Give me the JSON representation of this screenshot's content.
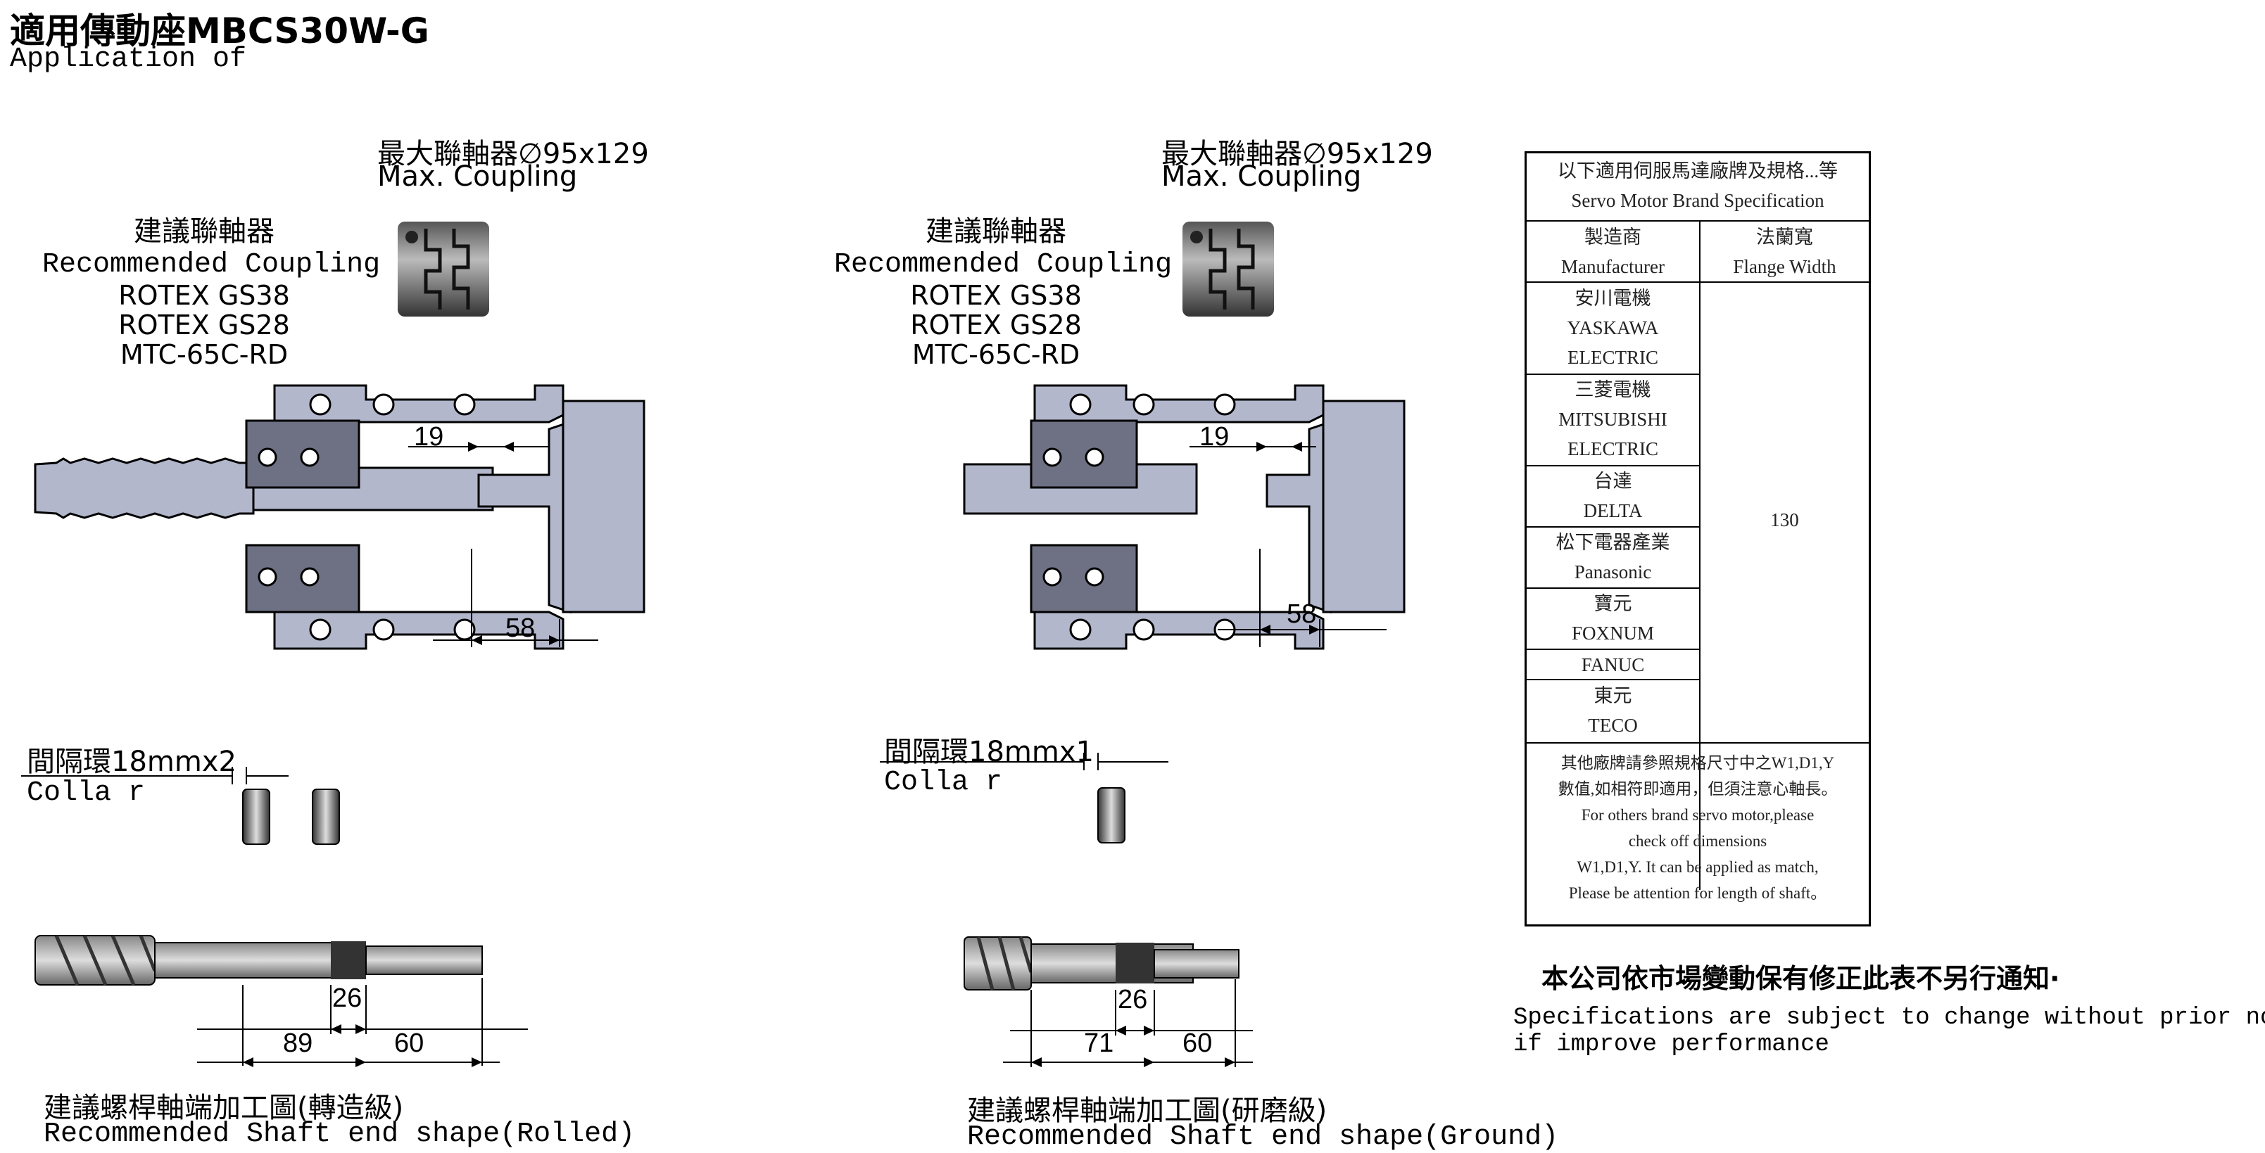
{
  "header": {
    "title": "適用傳動座MBCS30W-G",
    "subtitle": "Application of"
  },
  "left_assembly": {
    "max_coupling_zh": "最大聯軸器",
    "max_coupling_dim": "∅95x129",
    "max_coupling_en": "Max. Coupling",
    "recommended_zh": "建議聯軸器",
    "recommended_en": "Recommended Coupling",
    "coupling_models": [
      "ROTEX GS38",
      "ROTEX GS28",
      "MTC-65C-RD"
    ],
    "dim_gap": "19",
    "dim_depth": "58"
  },
  "right_assembly": {
    "max_coupling_zh": "最大聯軸器",
    "max_coupling_dim": "∅95x129",
    "max_coupling_en": "Max. Coupling",
    "recommended_zh": "建議聯軸器",
    "recommended_en": "Recommended Coupling",
    "coupling_models": [
      "ROTEX GS38",
      "ROTEX GS28",
      "MTC-65C-RD"
    ],
    "dim_gap": "19",
    "dim_depth": "58"
  },
  "left_collar": {
    "label_zh": "間隔環18mmx2",
    "label_en": "Colla r"
  },
  "right_collar": {
    "label_zh": "間隔環18mmx1",
    "label_en": "Colla r"
  },
  "left_shaft": {
    "dim_thread": "26",
    "dim_a": "89",
    "dim_b": "60",
    "caption_zh": "建議螺桿軸端加工圖(轉造級)",
    "caption_en": "Recommended Shaft end shape(Rolled)"
  },
  "right_shaft": {
    "dim_thread": "26",
    "dim_a": "71",
    "dim_b": "60",
    "caption_zh": "建議螺桿軸端加工圖(研磨級)",
    "caption_en": "Recommended Shaft end shape(Ground)"
  },
  "spec_table": {
    "title_zh": "以下適用伺服馬達廠牌及規格...等",
    "title_en": "Servo Motor Brand Specification",
    "col_manufacturer_zh": "製造商",
    "col_manufacturer_en": "Manufacturer",
    "col_flange_zh": "法蘭寬",
    "col_flange_en": "Flange Width",
    "brands": [
      {
        "zh": "安川電機",
        "en1": "YASKAWA",
        "en2": "ELECTRIC"
      },
      {
        "zh": "三菱電機",
        "en1": "MITSUBISHI",
        "en2": "ELECTRIC"
      },
      {
        "zh": "台達",
        "en1": "DELTA"
      },
      {
        "zh": "松下電器產業",
        "en1": "Panasonic"
      },
      {
        "zh": "寶元",
        "en1": "FOXNUM"
      },
      {
        "en1": "FANUC"
      },
      {
        "zh": "東元",
        "en1": "TECO"
      }
    ],
    "flange_value": "130",
    "note_zh_1": "其他廠牌請參照規格尺寸中之W1,D1,Y",
    "note_zh_2": "數值,如相符即適用，但須注意心軸長。",
    "note_en_1": "For others brand servo motor,please",
    "note_en_2": "check off dimensions",
    "note_en_3": "W1,D1,Y. It can be applied as match,",
    "note_en_4": "Please be attention for length of shaft。"
  },
  "notice": {
    "zh": "本公司依市場變動保有修正此表不另行通知·",
    "en_1": "Specifications are subject to change without prior notice",
    "en_2": " if improve performance"
  },
  "colors": {
    "part_fill": "#b3b7cc",
    "part_dark": "#6e7183",
    "line": "#000000"
  }
}
